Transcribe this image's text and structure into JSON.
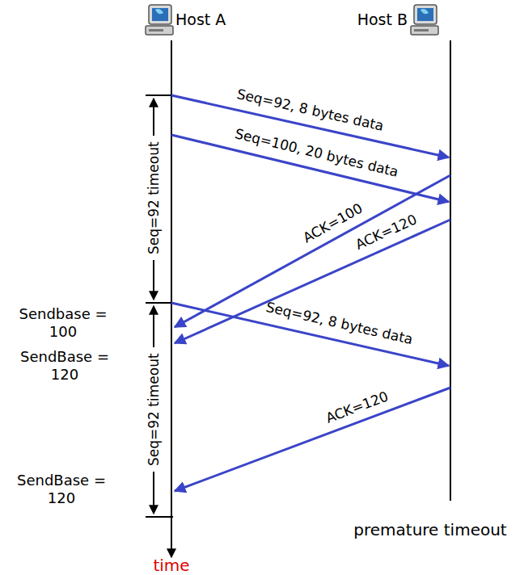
{
  "diagram": {
    "labels": [
      "Host A",
      "Host B",
      "Seq=92, 8 bytes data",
      "Seq=100, 20 bytes data",
      "ACK=100",
      "ACK=120",
      "Seq=92 timeout",
      "Sendbase = 100",
      "SendBase = 120",
      "Seq=92, 8 bytes data",
      "ACK=120",
      "Seq=92 timeout",
      "SendBase = 120",
      "premature timeout",
      "time"
    ]
  }
}
